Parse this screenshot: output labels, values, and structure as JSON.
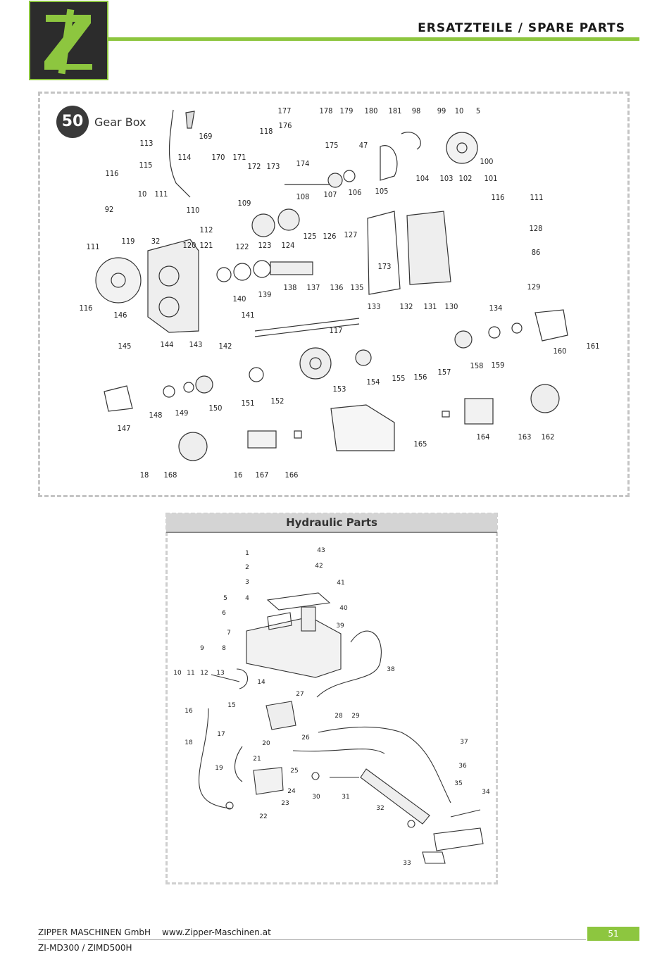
{
  "header": {
    "title": "ERSATZTEILE / SPARE PARTS",
    "brand_color": "#8dc63f"
  },
  "gearbox": {
    "badge": "50",
    "title": "Gear Box",
    "callouts": [
      "177",
      "178",
      "179",
      "180",
      "181",
      "98",
      "99",
      "10",
      "5",
      "169",
      "113",
      "176",
      "118",
      "114",
      "170",
      "171",
      "175",
      "47",
      "100",
      "115",
      "172",
      "173",
      "174",
      "116",
      "10",
      "111",
      "107",
      "106",
      "105",
      "104",
      "103",
      "102",
      "101",
      "92",
      "109",
      "108",
      "110",
      "112",
      "127",
      "116",
      "111",
      "128",
      "119",
      "32",
      "120",
      "121",
      "122",
      "123",
      "124",
      "125",
      "126",
      "111",
      "173",
      "86",
      "116",
      "146",
      "140",
      "139",
      "138",
      "137",
      "136",
      "135",
      "133",
      "132",
      "131",
      "130",
      "129",
      "141",
      "134",
      "145",
      "144",
      "143",
      "142",
      "117",
      "161",
      "160",
      "159",
      "158",
      "157",
      "156",
      "155",
      "154",
      "153",
      "152",
      "151",
      "150",
      "149",
      "148",
      "147",
      "164",
      "163",
      "162",
      "165",
      "18",
      "168",
      "16",
      "167",
      "166"
    ]
  },
  "hydraulic": {
    "title": "Hydraulic Parts",
    "callouts": [
      "1",
      "2",
      "3",
      "43",
      "42",
      "41",
      "5",
      "4",
      "6",
      "40",
      "39",
      "7",
      "9",
      "8",
      "13",
      "38",
      "10",
      "11",
      "12",
      "14",
      "16",
      "15",
      "27",
      "28",
      "29",
      "17",
      "20",
      "26",
      "37",
      "18",
      "21",
      "36",
      "19",
      "25",
      "24",
      "30",
      "31",
      "35",
      "34",
      "23",
      "22",
      "32",
      "33"
    ]
  },
  "footer": {
    "company": "ZIPPER MASCHINEN GmbH",
    "url": "www.Zipper-Maschinen.at",
    "model": "ZI-MD300 / ZIMD500H",
    "page": "51"
  }
}
